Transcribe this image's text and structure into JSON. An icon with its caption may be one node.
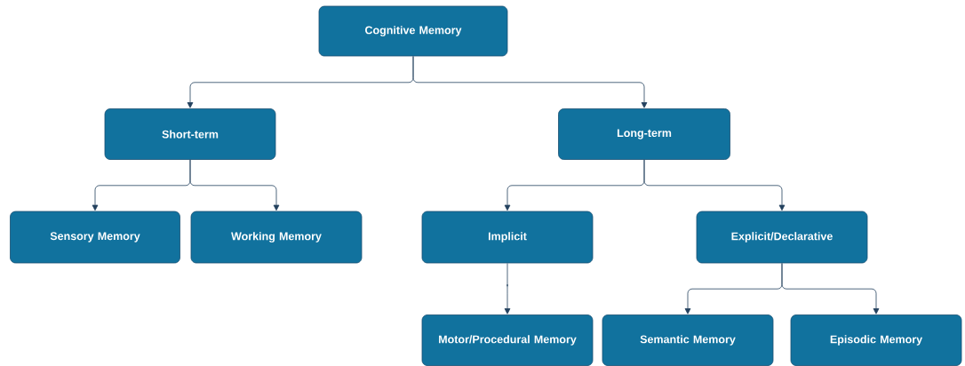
{
  "diagram": {
    "nodes": [
      {
        "text": [
          "Cognitive Memory"
        ]
      },
      {
        "text": [
          "Short-term"
        ]
      },
      {
        "text": [
          "Long-term"
        ]
      },
      {
        "text": [
          "Sensory Memory"
        ]
      },
      {
        "text": [
          "Working Memory"
        ]
      },
      {
        "text": [
          "Implicit"
        ]
      },
      {
        "text": [
          "Explicit/Declarative"
        ]
      },
      {
        "text": [
          "Motor/Procedural Memory"
        ]
      },
      {
        "text": [
          "Semantic Memory"
        ]
      },
      {
        "text": [
          "Episodic Memory"
        ]
      }
    ],
    "edges": [
      {
        "from": 0,
        "to": 1,
        "arrow": "to"
      },
      {
        "from": 0,
        "to": 2,
        "arrow": "to"
      },
      {
        "from": 1,
        "to": 3,
        "arrow": "to"
      },
      {
        "from": 1,
        "to": 4,
        "arrow": "to"
      },
      {
        "from": 2,
        "to": 5,
        "arrow": "to"
      },
      {
        "from": 2,
        "to": 6,
        "arrow": "to"
      },
      {
        "from": 5,
        "to": 7,
        "arrow": "to"
      },
      {
        "from": 6,
        "to": 8,
        "arrow": "to"
      },
      {
        "from": 6,
        "to": 9,
        "arrow": "to"
      }
    ]
  }
}
